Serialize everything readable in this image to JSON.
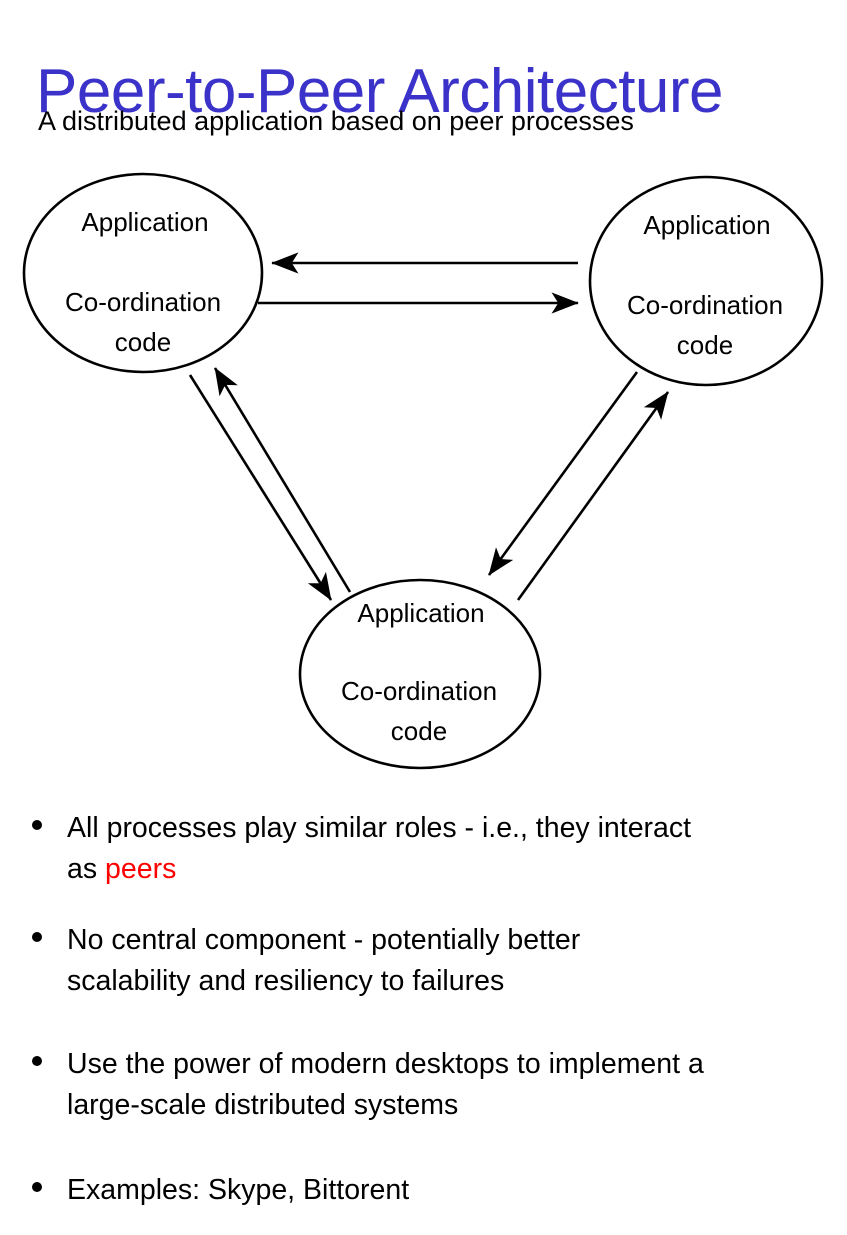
{
  "slide": {
    "title": "Peer-to-Peer Architecture",
    "subtitle": "A distributed application based on peer processes",
    "title_color": "#3b33c9",
    "background_color": "#ffffff",
    "body_color": "#000000"
  },
  "diagram": {
    "type": "node-graph",
    "node_label_line1": "Application",
    "node_label_line2": "Co-ordination",
    "node_label_line3": "code",
    "stroke_color": "#000000",
    "fill_color": "#ffffff",
    "nodes": [
      {
        "id": "peer-top-left",
        "name": "peer-node-top-left",
        "line1": "Application",
        "line2": "Co-ordination",
        "line3": "code"
      },
      {
        "id": "peer-top-right",
        "name": "peer-node-top-right",
        "line1": "Application",
        "line2": "Co-ordination",
        "line3": "code"
      },
      {
        "id": "peer-bottom",
        "name": "peer-node-bottom",
        "line1": "Application",
        "line2": "Co-ordination",
        "line3": "code"
      }
    ],
    "edges": [
      {
        "from": "peer-top-right",
        "to": "peer-top-left",
        "direction": "left"
      },
      {
        "from": "peer-top-left",
        "to": "peer-top-right",
        "direction": "right"
      },
      {
        "from": "peer-bottom",
        "to": "peer-top-left",
        "direction": "up-left"
      },
      {
        "from": "peer-top-left",
        "to": "peer-bottom",
        "direction": "down-right"
      },
      {
        "from": "peer-top-right",
        "to": "peer-bottom",
        "direction": "down-left"
      },
      {
        "from": "peer-bottom",
        "to": "peer-top-right",
        "direction": "up-right"
      }
    ]
  },
  "bullets": [
    {
      "text_before": "All processes play similar roles - i.e., they interact as ",
      "highlight": "peers",
      "highlight_color": "#ff0000",
      "text_after": ""
    },
    {
      "text_before": "No central component - potentially better scalability and resiliency to failures",
      "highlight": "",
      "highlight_color": "#ff0000",
      "text_after": ""
    },
    {
      "text_before": "Use the power of modern desktops to implement a large-scale distributed systems",
      "highlight": "",
      "highlight_color": "#ff0000",
      "text_after": ""
    },
    {
      "text_before": "Examples: Skype, Bittorent",
      "highlight": "",
      "highlight_color": "#ff0000",
      "text_after": ""
    }
  ]
}
